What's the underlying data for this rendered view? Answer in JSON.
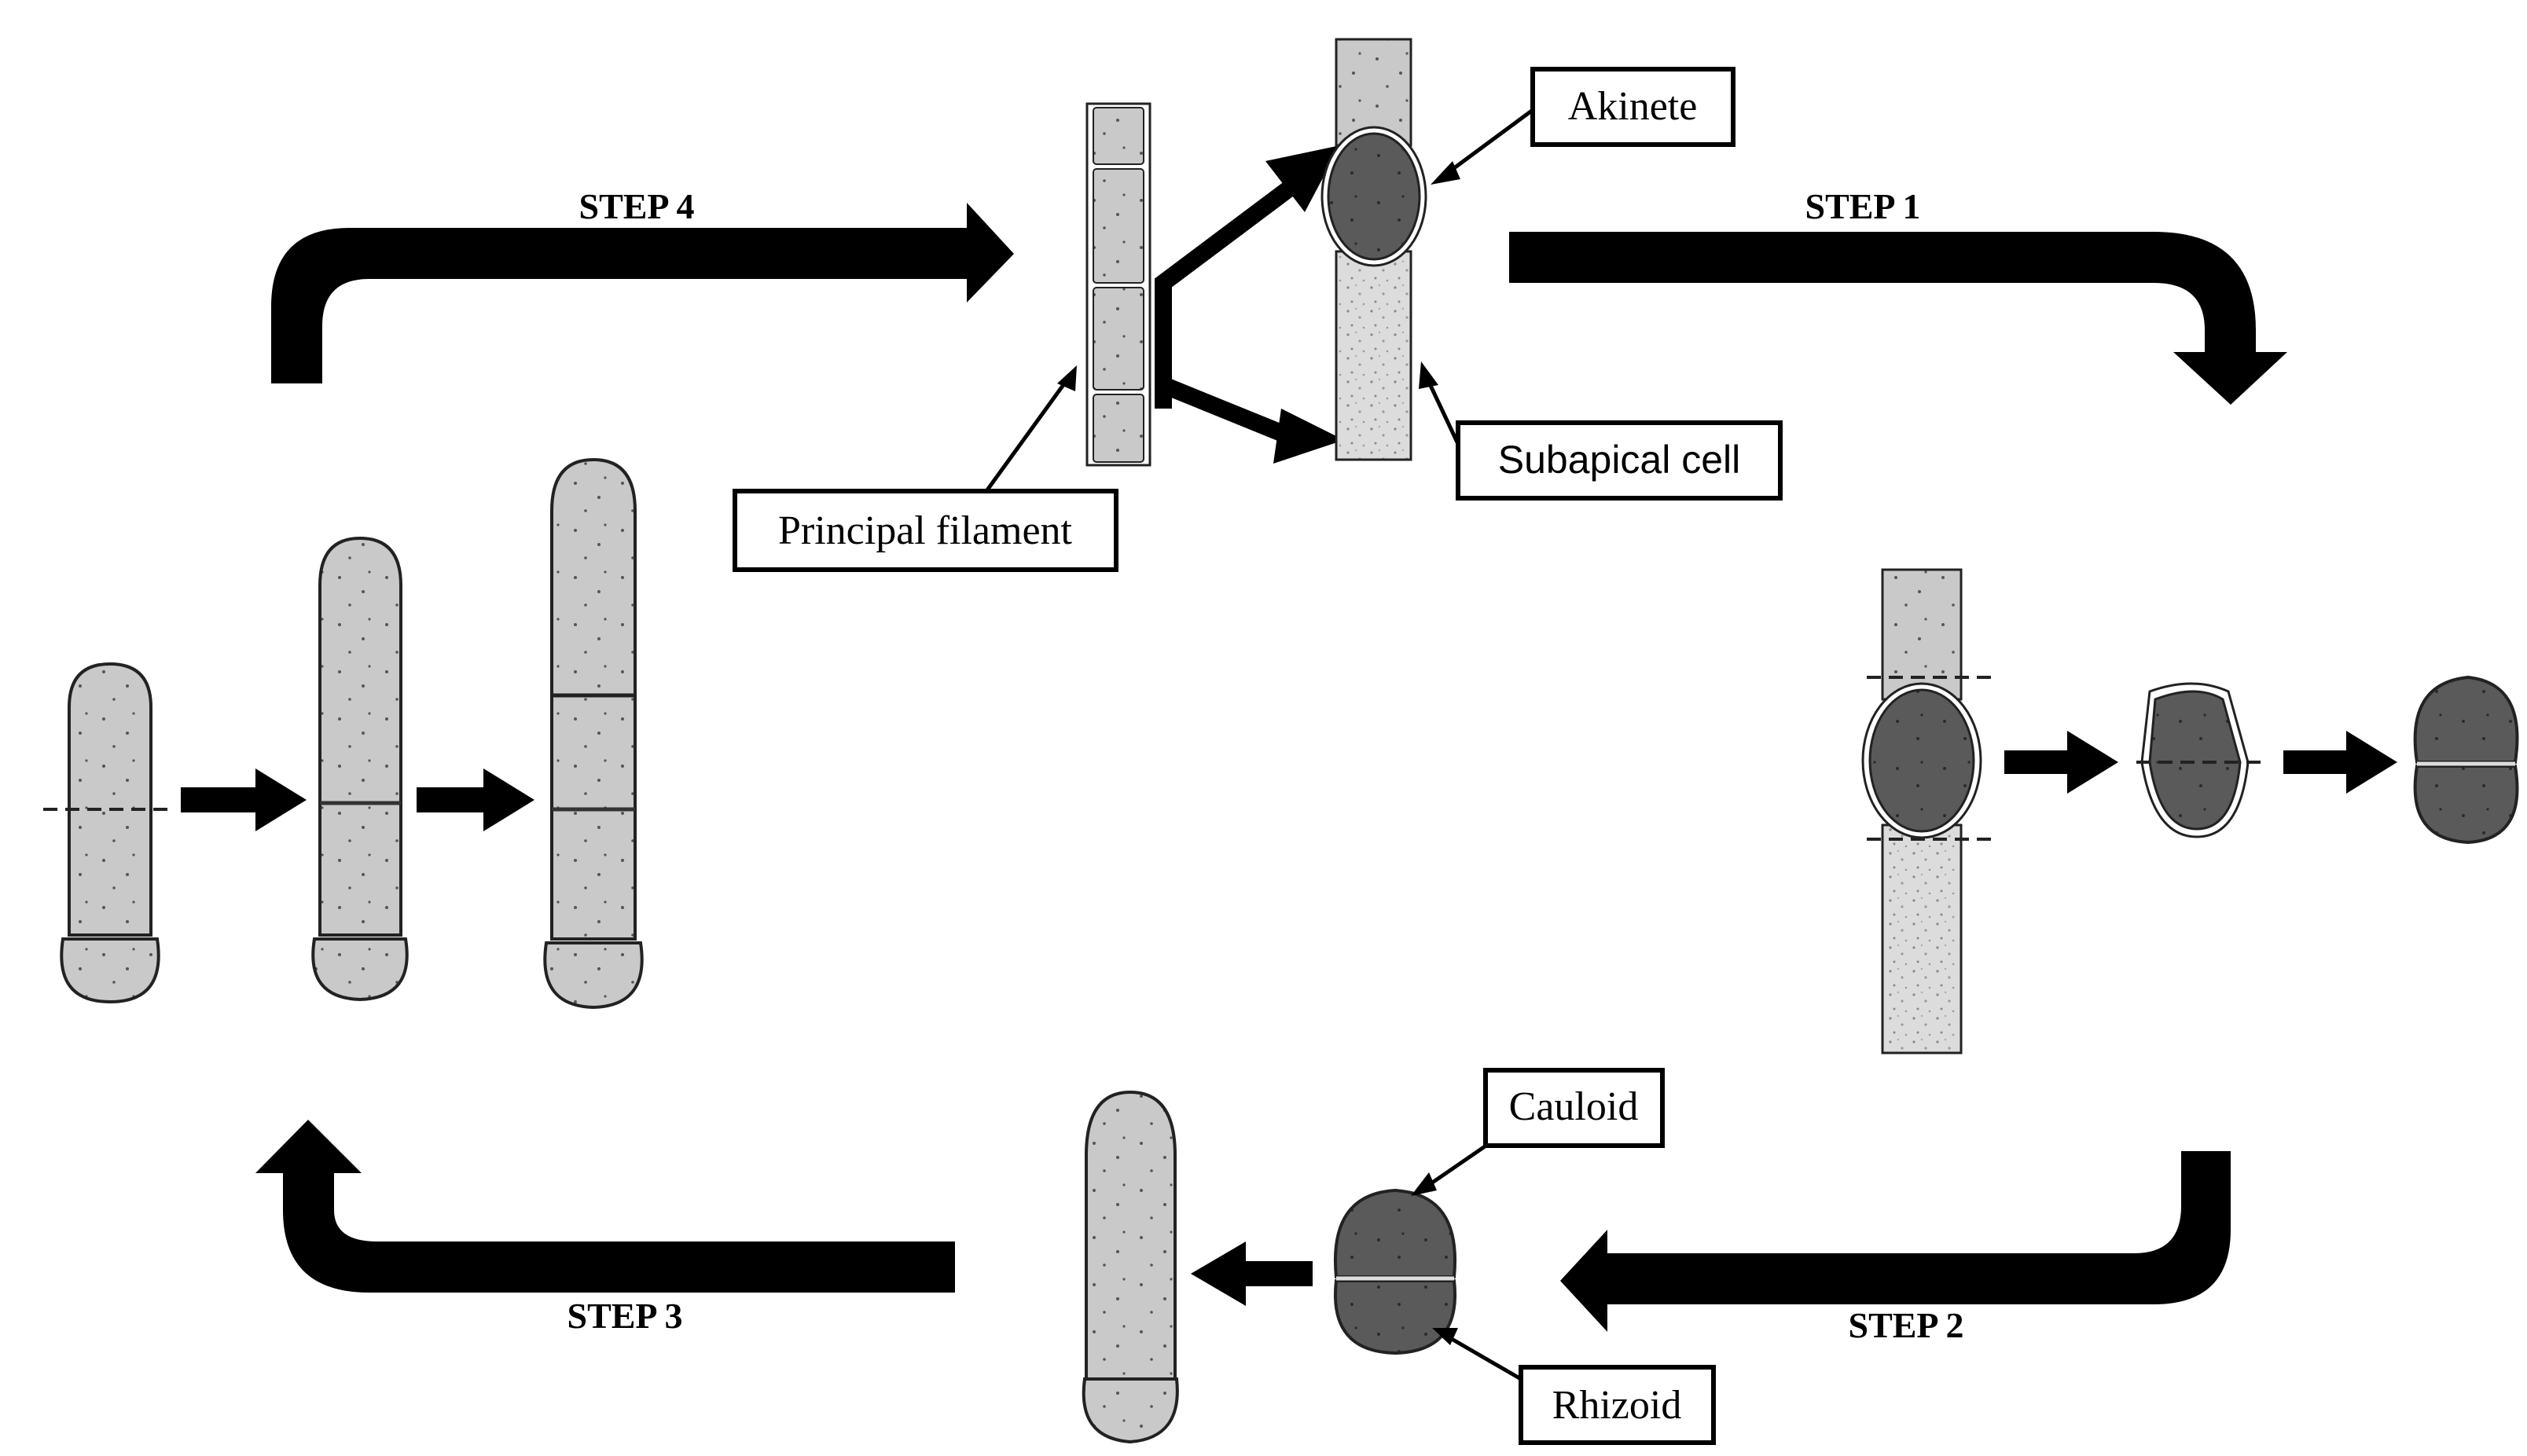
{
  "steps": {
    "step1": "STEP 1",
    "step2": "STEP 2",
    "step3": "STEP 3",
    "step4": "STEP 4"
  },
  "labels": {
    "akinete": "Akinete",
    "subapical_cell": "Subapical cell",
    "principal_filament": "Principal filament",
    "cauloid": "Cauloid",
    "rhizoid": "Rhizoid"
  },
  "colors": {
    "cell_fill": "#c8c8c8",
    "dark_cell_fill": "#555555",
    "outline": "#1a1a1a",
    "arrow": "#000000"
  }
}
